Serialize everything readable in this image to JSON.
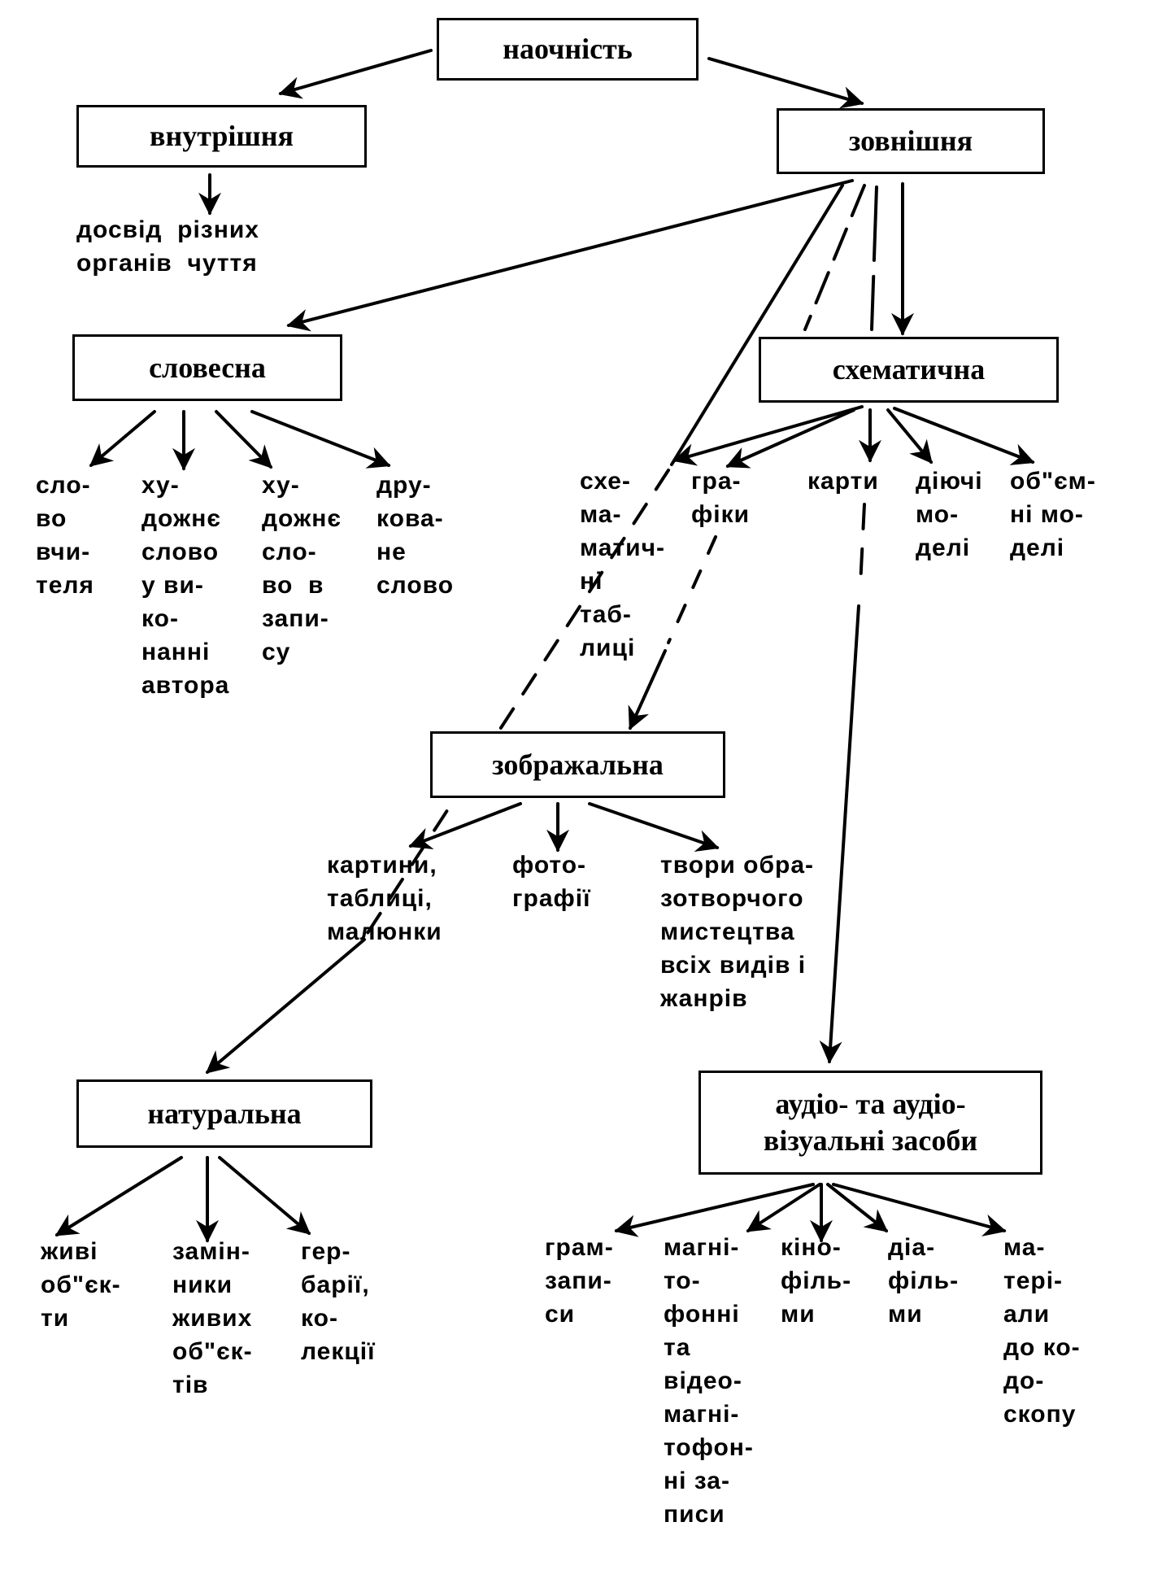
{
  "diagram": {
    "root": "наочність",
    "nodes": {
      "vnutrishnia": "внутрішня",
      "zovnishnia": "зовнішня",
      "slovesna": "словесна",
      "skhematychna": "схематична",
      "zobrazhalna": "зображальна",
      "naturalna": "натуральна",
      "audio": "аудіо- та аудіо-\nвізуальні засоби"
    },
    "leaves": {
      "vnutrishnia": [
        "досвід  різних\nорганів  чуття"
      ],
      "slovesna": [
        "сло-\nво\nвчи-\nтеля",
        "ху-\nдожнє\nслово\nу ви-\nко-\nнанні\nавтора",
        "ху-\nдожнє\nсло-\nво  в\nзапи-\nсу",
        "дру-\nкова-\nне\nслово"
      ],
      "skhematychna": [
        "схе-\nма-\nматич-\nні\nтаб-\nлиці",
        "гра-\nфіки",
        "карти",
        "діючі\nмо-\nделі",
        "об\"єм-\nні мо-\nделі"
      ],
      "zobrazhalna": [
        "картини,\nтаблиці,\nмалюнки",
        "фото-\nграфії",
        "твори обра-\nзотворчого\nмистецтва\nвсіх видів і\nжанрів"
      ],
      "naturalna": [
        "живі\nоб\"єк-\nти",
        "замін-\nники\nживих\nоб\"єк-\nтів",
        "гер-\nбарії,\nко-\nлекції"
      ],
      "audio": [
        "грам-\nзапи-\nси",
        "магні-\nто-\nфонні\nта\nвідео-\nмагні-\nтофон-\nні за-\nписи",
        "кіно-\nфіль-\nми",
        "діа-\nфіль-\nми",
        "ма-\nтері-\nали\nдо ко-\nдо-\nскопу"
      ]
    },
    "edges": [
      {
        "from": "наочність",
        "to": "внутрішня",
        "style": "solid"
      },
      {
        "from": "наочність",
        "to": "зовнішня",
        "style": "solid"
      },
      {
        "from": "зовнішня",
        "to": "словесна",
        "style": "solid"
      },
      {
        "from": "зовнішня",
        "to": "схематична",
        "style": "solid"
      },
      {
        "from": "зовнішня",
        "to": "зображальна",
        "style": "dashed"
      },
      {
        "from": "зовнішня",
        "to": "натуральна",
        "style": "dashed"
      },
      {
        "from": "зовнішня",
        "to": "аудіо- та аудіовізуальні засоби",
        "style": "dashed"
      }
    ]
  }
}
